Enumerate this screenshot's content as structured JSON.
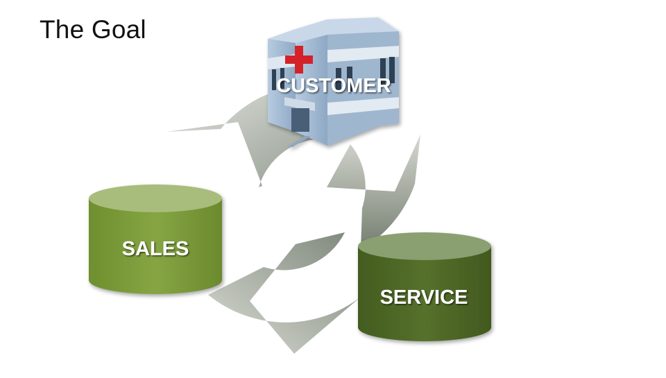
{
  "slide": {
    "title": "The Goal"
  },
  "diagram": {
    "nodes": [
      {
        "id": "customer",
        "label": "CUSTOMER",
        "icon": "hospital-building-icon"
      },
      {
        "id": "sales",
        "label": "SALES",
        "shape": "cylinder",
        "color": "#7b9b3a"
      },
      {
        "id": "service",
        "label": "SERVICE",
        "shape": "cylinder",
        "color": "#4d6626"
      }
    ],
    "cycle": {
      "arrows": 3,
      "direction": "clockwise",
      "color": "#9aa196"
    }
  }
}
